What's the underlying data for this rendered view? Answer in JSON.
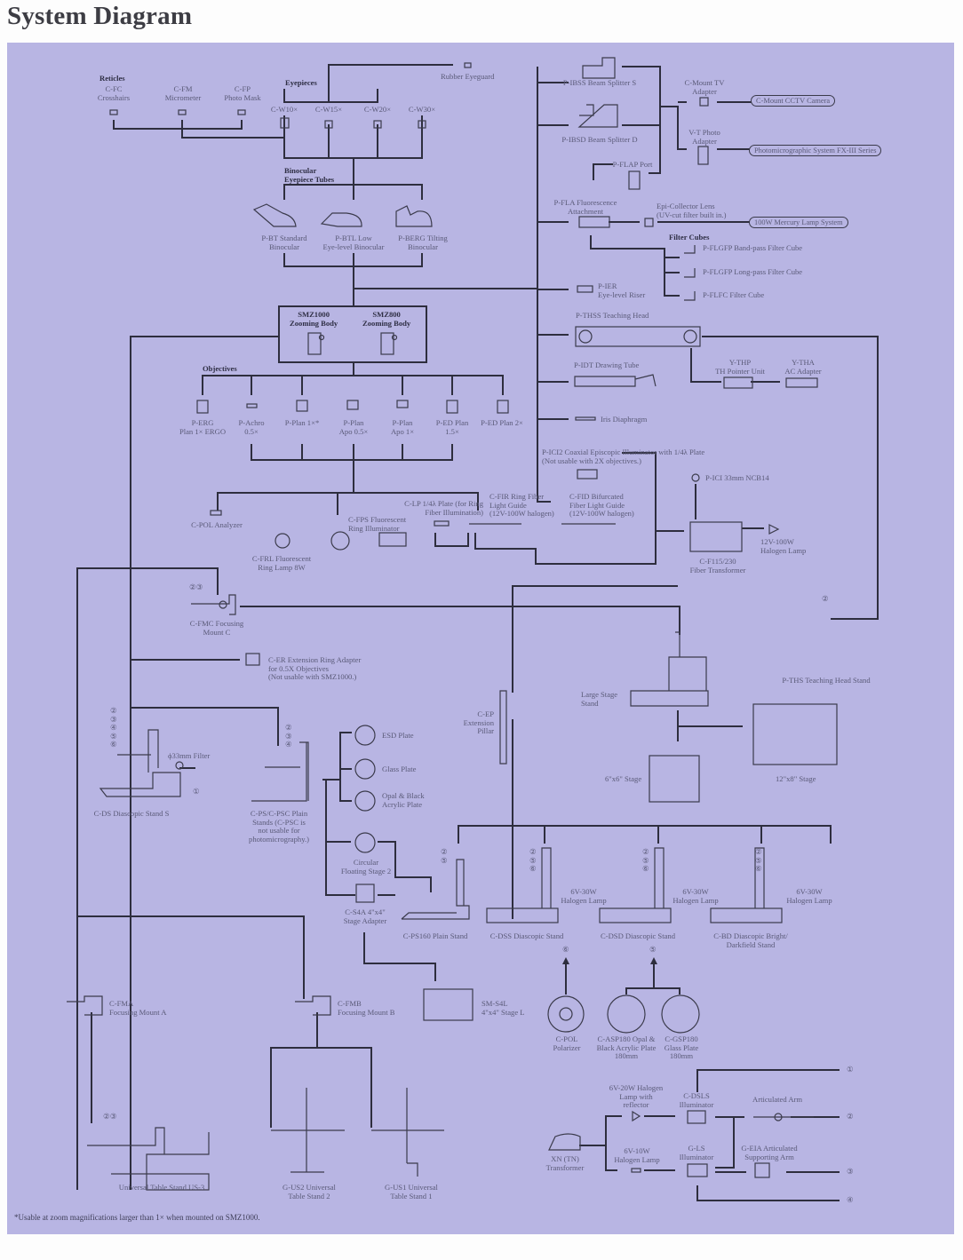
{
  "title": "System Diagram",
  "footnote": "*Usable at zoom magnifications larger than 1× when mounted on SMZ1000.",
  "headers": {
    "reticles": "Reticles",
    "eyepieces": "Eyepieces",
    "binocular_tubes": "Binocular\nEyepiece Tubes",
    "objectives": "Objectives",
    "filter_cubes": "Filter Cubes",
    "smz1000": "SMZ1000\nZooming Body",
    "smz800": "SMZ800\nZooming Body"
  },
  "reticles": [
    "C-FC\nCrosshairs",
    "C-FM\nMicrometer",
    "C-FP\nPhoto Mask"
  ],
  "eyepieces": [
    "C-W10×",
    "C-W15×",
    "C-W20×",
    "C-W30×"
  ],
  "rubber_eyeguard": "Rubber Eyeguard",
  "binocular_tubes": [
    "P-BT Standard\nBinocular",
    "P-BTL Low\nEye-level Binocular",
    "P-BERG Tilting\nBinocular"
  ],
  "objectives": [
    "P-ERG\nPlan 1× ERGO",
    "P-Achro\n0.5×",
    "P-Plan 1×*",
    "P-Plan\nApo 0.5×",
    "P-Plan\nApo 1×",
    "P-ED Plan\n1.5×",
    "P-ED Plan 2×"
  ],
  "right_column": {
    "beam_splitter_s": "P-IBSS Beam Splitter S",
    "beam_splitter_d": "P-IBSD Beam Splitter D",
    "ctv_adapter": "C-Mount TV\nAdapter",
    "ctv_camera": "C-Mount CCTV Camera",
    "vt_photo": "V-T Photo\nAdapter",
    "fx3": "Photomicrographic System FX-III Series",
    "flap_port": "P-FLAP Port",
    "fla": "P-FLA Fluorescence\nAttachment",
    "epi_lens": "Epi-Collector Lens\n(UV-cut filter built in.)",
    "mercury": "100W Mercury Lamp System",
    "filter_cubes": [
      "P-FLGFP Band-pass Filter Cube",
      "P-FLGFP Long-pass Filter Cube",
      "P-FLFC Filter Cube"
    ],
    "ier": "P-IER\nEye-level Riser",
    "thss": "P-THSS Teaching Head",
    "idt": "P-IDT Drawing Tube",
    "thp": "Y-THP\nTH Pointer Unit",
    "tha": "Y-THA\nAC Adapter",
    "iris": "Iris Diaphragm",
    "ici2": "P-ICI2 Coaxial Episcopic Illuminator with 1/4λ Plate\n(Not usable with 2X objectives.)",
    "ici_ncb": "P-ICI 33mm NCB14",
    "halogen_100": "12V-100W\nHalogen Lamp",
    "fiber_transformer": "C-F115/230\nFiber Transformer",
    "ths_stand": "P-THS Teaching Head Stand"
  },
  "illum_row": {
    "pol_analyzer": "C-POL Analyzer",
    "fps": "C-FPS Fluorescent\nRing Illuminator",
    "frl": "C-FRL Fluorescent\nRing Lamp 8W",
    "lp_plate": "C-LP 1/4λ Plate (for Ring\nFiber Illumination)",
    "fir": "C-FIR Ring Fiber\nLight Guide\n(12V-100W halogen)",
    "fid": "C-FID Bifurcated\nFiber Light Guide\n(12V-100W halogen)"
  },
  "stands": {
    "fmc": "C-FMC Focusing\nMount C",
    "fmc_nums": "②③",
    "er": "C-ER Extension Ring Adapter\nfor 0.5X Objectives\n(Not usable with SMZ1000.)",
    "ds": "C-DS Diascopic Stand S",
    "ds_nums": "②\n③\n④\n⑤\n⑥",
    "filter33": "ϕ33mm Filter",
    "circ1": "①",
    "ps": "C-PS/C-PSC Plain\nStands (C-PSC is\nnot usable for\nphotomicrography.)",
    "ps_nums": "②\n③\n④",
    "esd": "ESD Plate",
    "glass": "Glass Plate",
    "opal": "Opal & Black\nAcrylic Plate",
    "circular_stage": "Circular\nFloating Stage 2",
    "s4a": "C-S4A 4\"x4\"\nStage Adapter",
    "ep": "C-EP\nExtension\nPillar",
    "large_stage": "Large Stage\nStand",
    "stage6": "6\"x6\" Stage",
    "stage12": "12\"x8\" Stage",
    "ps160": "C-PS160 Plain Stand",
    "ps160_nums": "②\n⑤",
    "dss": "C-DSS Diascopic Stand",
    "dsd": "C-DSD Diascopic Stand",
    "bd": "C-BD Diascopic Bright/\nDarkfield Stand",
    "lamp_6v30": "6V-30W\nHalogen Lamp",
    "nums_256": "②\n⑤\n⑥",
    "circ2": "②",
    "circ5": "⑤",
    "circ6": "⑥",
    "pol_polarizer": "C-POL\nPolarizer",
    "asp180": "C-ASP180 Opal &\nBlack Acrylic Plate\n180mm",
    "gsp180": "C-GSP180\nGlass Plate\n180mm",
    "fma": "C-FMA\nFocusing Mount A",
    "fmb": "C-FMB\nFocusing Mount B",
    "sm_s4l": "SM-S4L\n4\"x4\" Stage L",
    "us3": "Universal Table Stand US-3",
    "us3_nums": "②③",
    "gus2": "G-US2 Universal\nTable Stand 2",
    "gus1": "G-US1 Universal\nTable Stand 1"
  },
  "lighting": {
    "lamp_20w": "6V-20W Halogen\nLamp with\nreflector",
    "dsls": "C-DSLS\nIlluminator",
    "articulated_arm": "Articulated Arm",
    "xn": "XN (TN)\nTransformer",
    "lamp_10w": "6V-10W\nHalogen Lamp",
    "gls": "G-LS\nIlluminator",
    "eia": "G-EIA Articulated\nSupporting Arm",
    "out1": "①",
    "out2": "②",
    "out3": "③",
    "out4": "④"
  }
}
